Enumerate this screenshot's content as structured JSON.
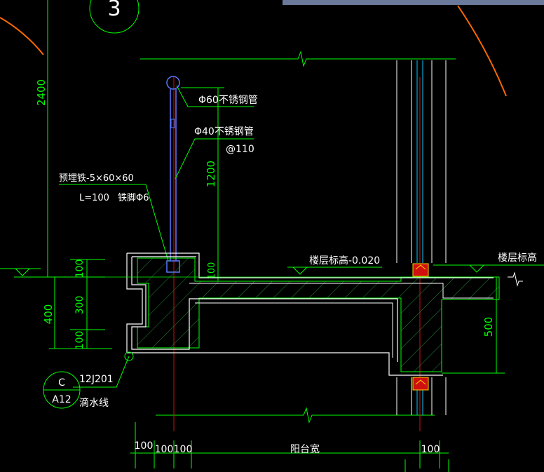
{
  "drawing": {
    "view_number": "3",
    "dimensions": {
      "d2400": "2400",
      "d1200": "1200",
      "d100_rail": "100",
      "d100_top": "100",
      "d300": "300",
      "d100_bottom": "100",
      "d400": "400",
      "d500": "500",
      "bottom_100_a": "100",
      "bottom_100_b": "100",
      "bottom_100_c": "100",
      "bottom_100_right": "100",
      "balcony_width": "阳台宽"
    },
    "labels": {
      "handrail": "Φ60不锈钢管",
      "baluster": "Φ40不锈钢管",
      "spacing": "@110",
      "embedded_iron": "预埋铁-5×60×60",
      "length": "L=100",
      "anchor": "铁脚Φ6",
      "floor_level_1": "楼层标高-0.020",
      "floor_level_2": "楼层标高",
      "standard": "12J201",
      "drip_line": "滴水线"
    },
    "detail_ref": {
      "top": "C",
      "bottom": "A12"
    }
  },
  "colors": {
    "dim_green": "#00ff00",
    "outline_white": "#ffffff",
    "hatch_green": "#1f8a3a",
    "rail_blue": "#5a78ff",
    "axis_red": "#d01010",
    "orange": "#ff6a00",
    "cyan": "#00c8ff",
    "panel_gray": "#6b7a9a"
  }
}
